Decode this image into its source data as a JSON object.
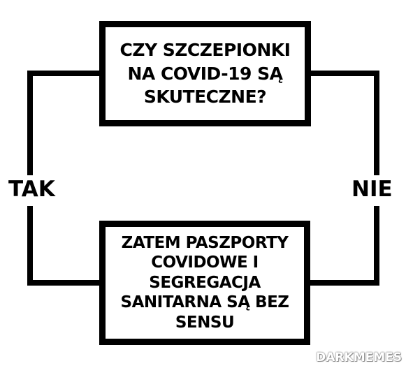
{
  "nodes": {
    "question": "CZY SZCZEPIONKI\nNA COVID-19 SĄ\nSKUTECZNE?",
    "conclusion": "ZATEM PASZPORTY\nCOVIDOWE I\nSEGREGACJA\nSANITARNA SĄ BEZ\nSENSU"
  },
  "edges": {
    "left_label": "TAK",
    "right_label": "NIE"
  },
  "watermark": "DARKMEMES"
}
